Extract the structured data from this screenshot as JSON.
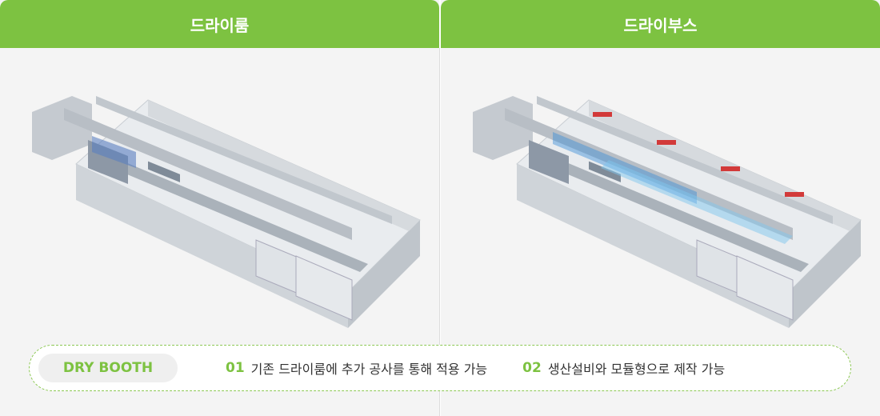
{
  "panels": [
    {
      "title": "드라이룸"
    },
    {
      "title": "드라이부스"
    }
  ],
  "info": {
    "tag": "DRY BOOTH",
    "features": [
      {
        "num": "01",
        "text": "기존 드라이룸에 추가 공사를 통해 적용 가능"
      },
      {
        "num": "02",
        "text": "생산설비와 모듈형으로 제작 가능"
      }
    ]
  },
  "colors": {
    "accent": "#7dc241",
    "booth_blue": "#3a8fd8",
    "marker_red": "#d23a3a"
  }
}
